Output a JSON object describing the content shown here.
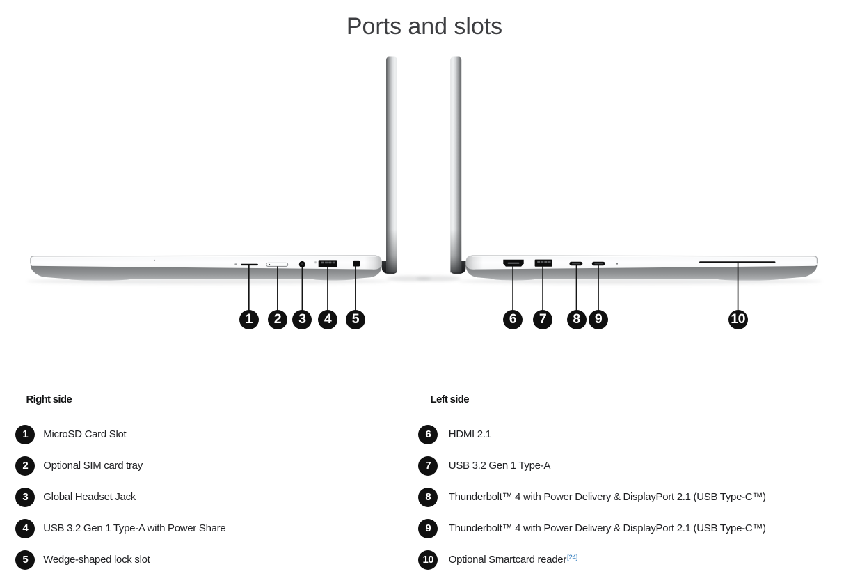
{
  "title": "Ports and slots",
  "figures": {
    "right_side_view": {
      "callouts": [
        {
          "num": "1"
        },
        {
          "num": "2"
        },
        {
          "num": "3"
        },
        {
          "num": "4"
        },
        {
          "num": "5"
        }
      ]
    },
    "left_side_view": {
      "callouts": [
        {
          "num": "6"
        },
        {
          "num": "7"
        },
        {
          "num": "8"
        },
        {
          "num": "9"
        },
        {
          "num": "10"
        }
      ]
    }
  },
  "lists": {
    "right": {
      "heading": "Right side",
      "items": [
        {
          "num": "1",
          "label": "MicroSD Card Slot"
        },
        {
          "num": "2",
          "label": "Optional SIM card tray"
        },
        {
          "num": "3",
          "label": "Global Headset Jack"
        },
        {
          "num": "4",
          "label": "USB 3.2 Gen 1 Type-A with Power Share"
        },
        {
          "num": "5",
          "label": "Wedge-shaped lock slot"
        }
      ]
    },
    "left": {
      "heading": "Left side",
      "items": [
        {
          "num": "6",
          "label": "HDMI 2.1"
        },
        {
          "num": "7",
          "label": "USB 3.2 Gen 1 Type-A"
        },
        {
          "num": "8",
          "label": "Thunderbolt™ 4 with Power Delivery & DisplayPort 2.1 (USB Type-C™)"
        },
        {
          "num": "9",
          "label": "Thunderbolt™ 4 with Power Delivery & DisplayPort 2.1 (USB Type-C™)"
        },
        {
          "num": "10",
          "label": "Optional Smartcard reader",
          "footnote": "[24]"
        }
      ]
    }
  },
  "colors": {
    "callout_background": "#101010",
    "callout_text": "#ffffff",
    "footnote_link": "#2273b9",
    "body_text": "#202124",
    "title_text": "#3d3e41"
  }
}
